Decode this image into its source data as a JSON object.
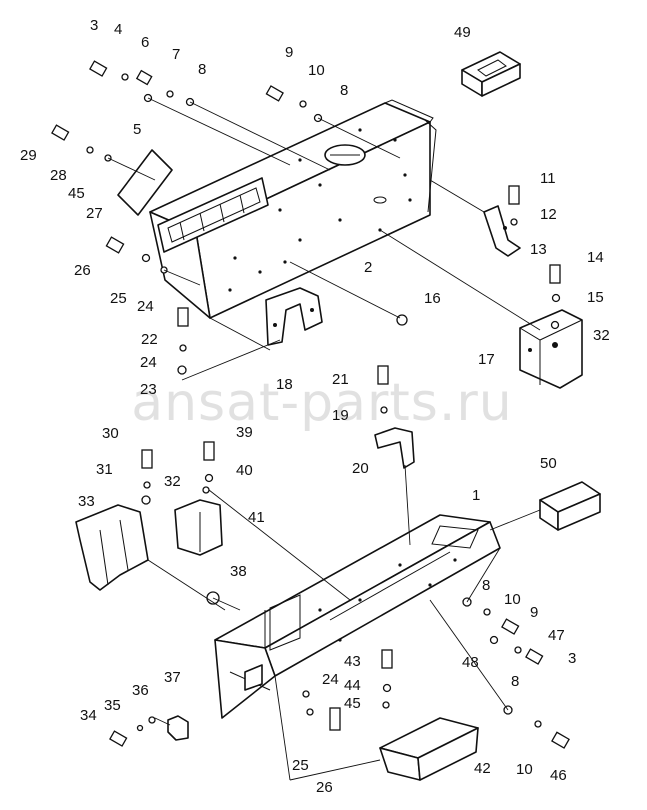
{
  "watermark": "ansat-parts.ru",
  "part_labels": [
    "1",
    "2",
    "3",
    "4",
    "5",
    "6",
    "7",
    "8",
    "9",
    "10",
    "11",
    "12",
    "13",
    "14",
    "15",
    "16",
    "17",
    "18",
    "19",
    "20",
    "21",
    "22",
    "23",
    "24",
    "25",
    "26",
    "27",
    "28",
    "29",
    "30",
    "31",
    "32",
    "33",
    "34",
    "35",
    "36",
    "37",
    "38",
    "39",
    "40",
    "41",
    "42",
    "43",
    "44",
    "45",
    "46",
    "47",
    "48",
    "49",
    "50"
  ]
}
